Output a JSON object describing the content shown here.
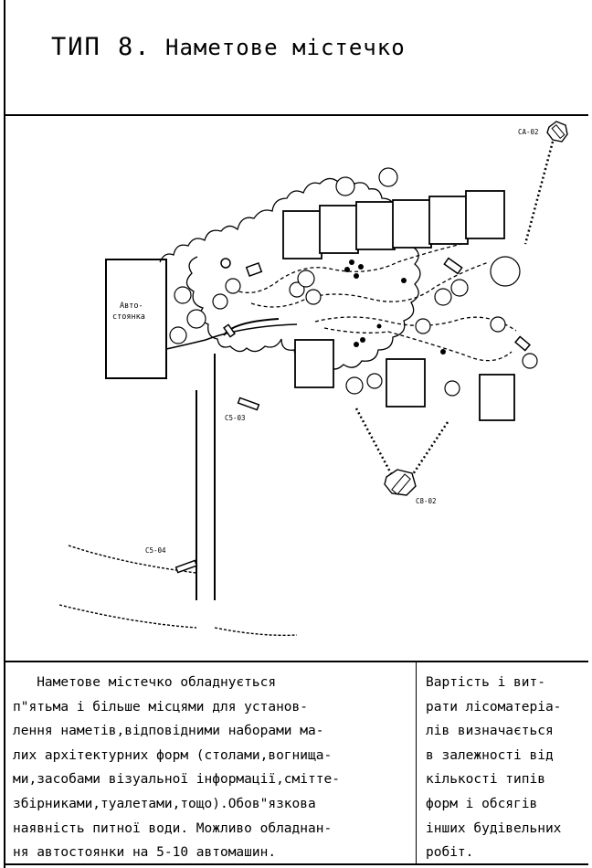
{
  "header": {
    "type_label": "ТИП 8.",
    "title": "Наметове містечко"
  },
  "diagram": {
    "parking_label_line1": "Авто-",
    "parking_label_line2": "стоянка",
    "codes": {
      "c1": "СА-02",
      "c2": "С5-03",
      "c3": "С8-02",
      "c4": "С5-04"
    }
  },
  "description": {
    "left_lines": [
      "   Наметове містечко обладнується",
      "п\"ятьма і більше місцями для установ-",
      "лення наметів,відповідними наборами ма-",
      "лих архітектурних форм (столами,вогнища-",
      "ми,засобами візуальної інформації,смітте-",
      "збірниками,туалетами,тощо).Обов\"язкова",
      "наявність питної води. Можливо обладнан-",
      "ня автостоянки на 5-10 автомашин."
    ],
    "right_lines": [
      "Вартість і вит-",
      "рати лісоматеріа-",
      "лів визначається",
      "в залежності від",
      "кількості типів",
      "форм і обсягів",
      "інших будівельних",
      "робіт."
    ]
  }
}
